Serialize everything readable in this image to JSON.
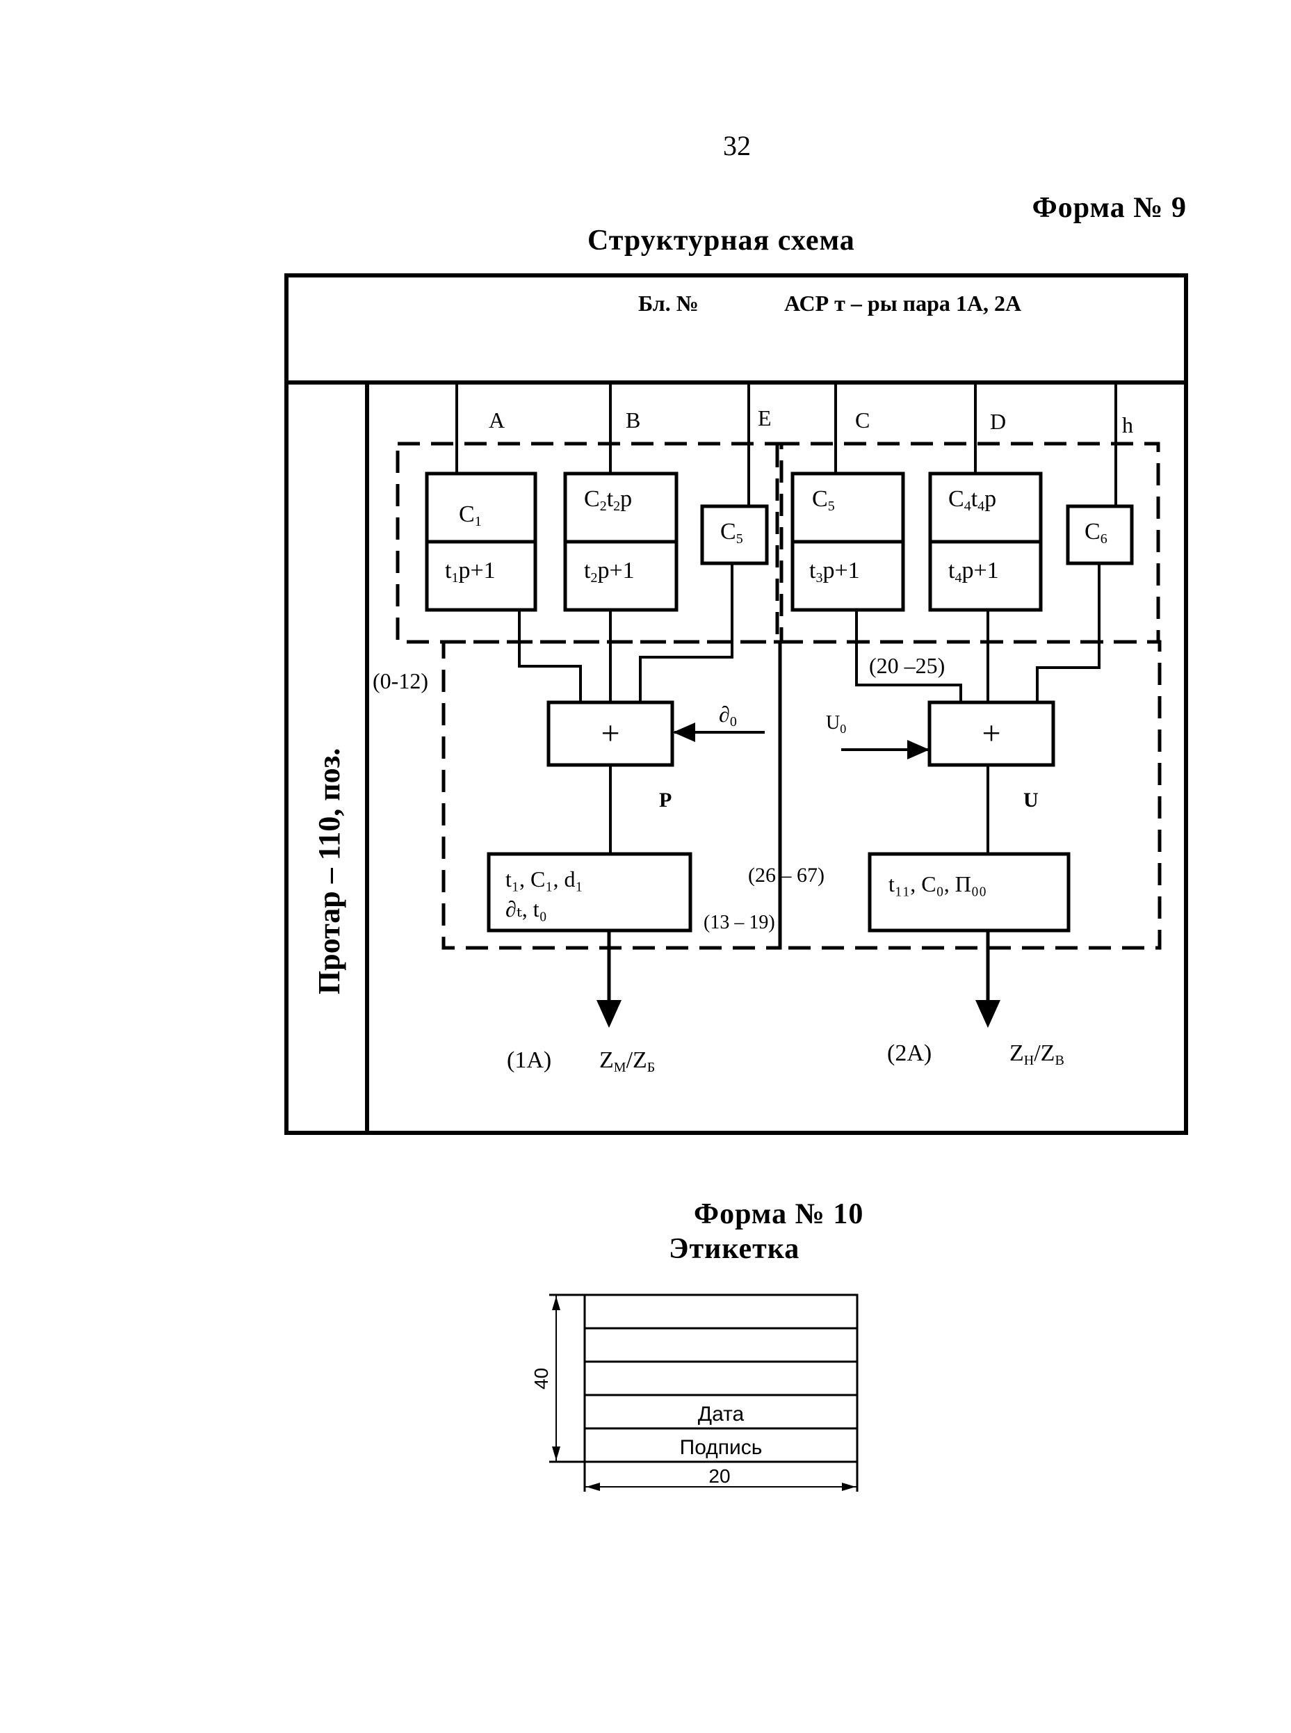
{
  "page_number": "32",
  "form9": {
    "title": "Форма № 9",
    "subtitle": "Структурная схема",
    "header_block": "Бл. №",
    "header_title": "АСР т – ры пара 1А, 2А",
    "side_label": "Протар – 110, поз.",
    "inputs": [
      "A",
      "B",
      "E",
      "C",
      "D",
      "h"
    ],
    "blocks": {
      "b1_top": "C",
      "b1_top_sub": "1",
      "b1_bot": "t",
      "b1_bot_sub": "1",
      "b1_bot_rest": "p+1",
      "b2_top": "C",
      "b2_top_sub": "2",
      "b2_top_mid": "t",
      "b2_top_sub2": "2",
      "b2_top_rest": "p",
      "b2_bot": "t",
      "b2_bot_sub": "2",
      "b2_bot_rest": "p+1",
      "b3": "C",
      "b3_sub": "5",
      "b4_top": "C",
      "b4_top_sub": "5",
      "b4_bot": "t",
      "b4_bot_sub": "3",
      "b4_bot_rest": "p+1",
      "b5_top": "C",
      "b5_top_sub": "4",
      "b5_top_mid": "t",
      "b5_top_sub2": "4",
      "b5_top_rest": "p",
      "b5_bot": "t",
      "b5_bot_sub": "4",
      "b5_bot_rest": "p+1",
      "b6": "C",
      "b6_sub": "6"
    },
    "sum_sign": "+",
    "delta0": "∂",
    "delta0_sub": "0",
    "u0": "U",
    "u0_sub": "0",
    "p_label": "P",
    "u_label": "U",
    "range_0_12": "(0-12)",
    "range_20_25": "(20 –25)",
    "range_26_67": "(26 – 67)",
    "range_13_19": "(13 – 19)",
    "out1_line1": "t₁, C₁, d₁",
    "out1_line2": "∂ₜ, t₀",
    "out2": "t₁₁, C₀, П₀₀",
    "out1_label": "(1A)",
    "out1_z": "Z",
    "out1_z_sub": "М",
    "out1_z2": "/Z",
    "out1_z2_sub": "Б",
    "out2_label": "(2A)",
    "out2_z": "Z",
    "out2_z_sub": "Н",
    "out2_z2": "/Z",
    "out2_z2_sub": "В"
  },
  "form10": {
    "title": "Форма № 10",
    "subtitle": "Этикетка",
    "rows": [
      "",
      "",
      "",
      "Дата",
      "Подпись"
    ],
    "height_dim": "40",
    "width_dim": "20"
  }
}
